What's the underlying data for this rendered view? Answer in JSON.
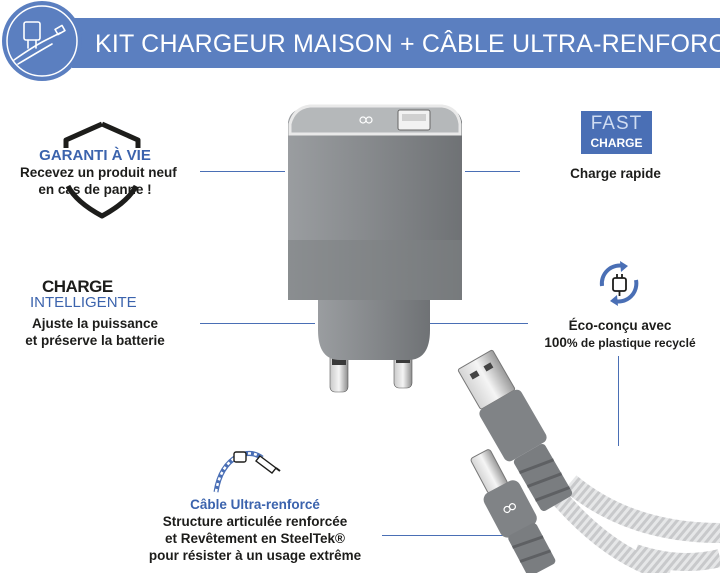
{
  "banner": {
    "title": "KIT  CHARGEUR MAISON  +  CÂBLE ULTRA-RENFORCÉ",
    "color": "#5b7fc0"
  },
  "features": {
    "warranty": {
      "title": "GARANTI À VIE",
      "line1": "Recevez un produit neuf",
      "line2": "en cas de panne !",
      "icon": "shield-icon"
    },
    "fast_charge": {
      "badge_top": "FAST",
      "badge_bottom": "CHARGE",
      "label": "Charge rapide",
      "icon": "fast-charge-badge"
    },
    "smart_charge": {
      "title_top": "CHARGE",
      "title_bottom": "INTELLIGENTE",
      "line1": "Ajuste la puissance",
      "line2": "et préserve la batterie"
    },
    "eco": {
      "line1": "Éco-conçu avec",
      "line2_num": "100",
      "line2_rest": "% de plastique recyclé",
      "icon": "recycle-plug-icon"
    },
    "cable": {
      "title": "Câble Ultra-renforcé",
      "line1": "Structure articulée renforcée",
      "line2": "et Revêtement en SteelTek®",
      "line3": "pour résister à un usage extrême",
      "icon": "cable-icon"
    }
  },
  "colors": {
    "accent": "#3b63ad",
    "lines": "#4a6fb5",
    "charger": "#8a8d90"
  }
}
